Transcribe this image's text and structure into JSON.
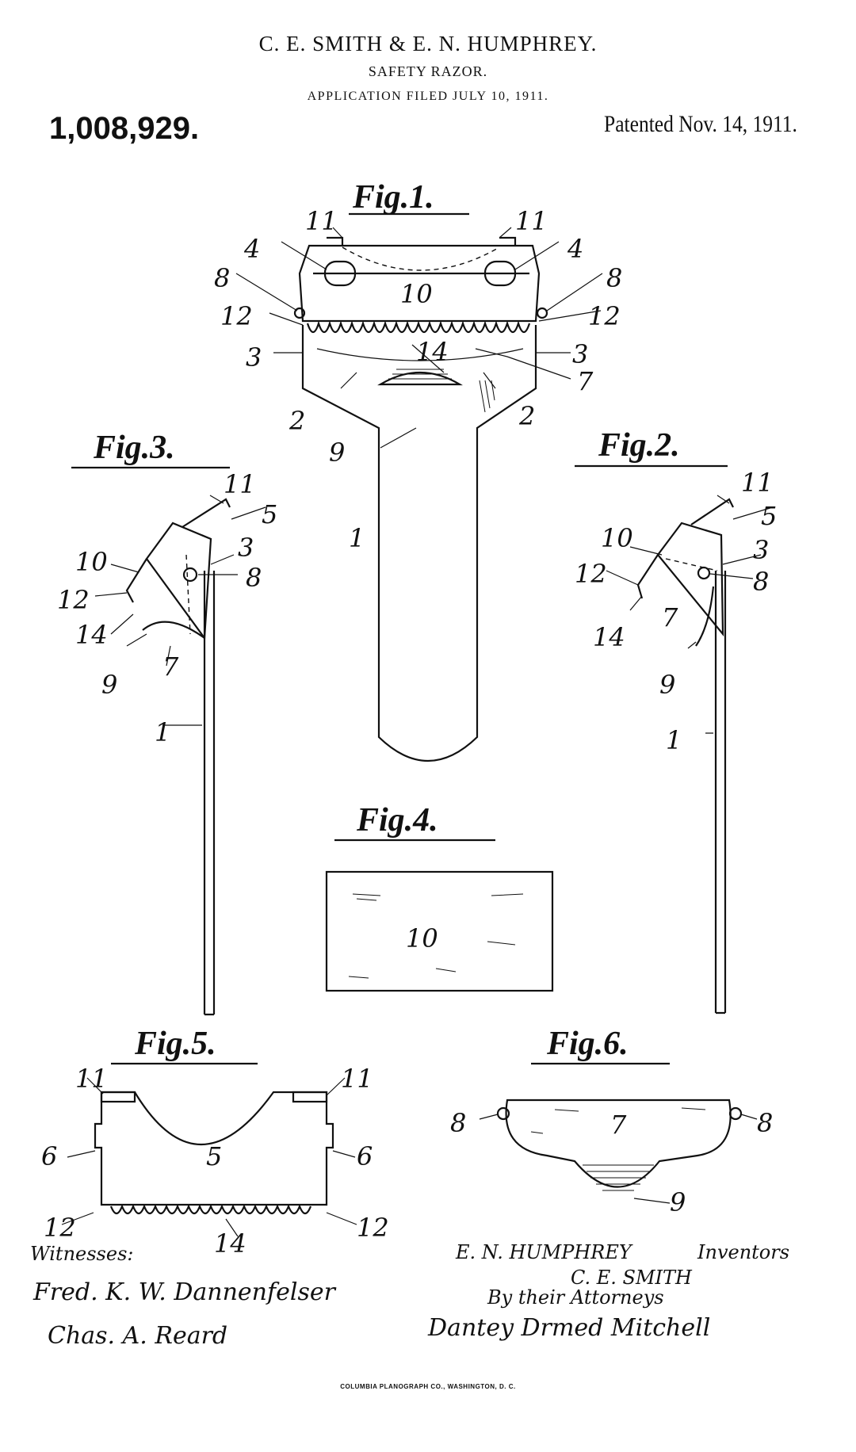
{
  "header": {
    "inventors": "C. E. SMITH & E. N. HUMPHREY.",
    "title": "SAFETY RAZOR.",
    "application": "APPLICATION FILED JULY 10, 1911.",
    "patent_number": "1,008,929.",
    "patented": "Patented Nov. 14, 1911."
  },
  "figures": {
    "fig1": "Fig.1.",
    "fig2": "Fig.2.",
    "fig3": "Fig.3.",
    "fig4": "Fig.4.",
    "fig5": "Fig.5.",
    "fig6": "Fig.6."
  },
  "ref": {
    "n1": "1",
    "n2": "2",
    "n3": "3",
    "n4": "4",
    "n5": "5",
    "n6": "6",
    "n7": "7",
    "n8": "8",
    "n9": "9",
    "n10": "10",
    "n11": "11",
    "n12": "12",
    "n14": "14"
  },
  "signatures": {
    "witnesses_label": "Witnesses:",
    "witness_1": "Fred. K. W. Dannenfelser",
    "witness_2": "Chas. A. Reard",
    "inventor_1": "E. N. HUMPHREY",
    "inventors_label": "Inventors",
    "inventor_2": "C. E. SMITH",
    "attorneys_label": "By their Attorneys",
    "attorneys_sig": "Dantey Drmed Mitchell"
  },
  "footer": "COLUMBIA PLANOGRAPH CO., WASHINGTON, D. C."
}
